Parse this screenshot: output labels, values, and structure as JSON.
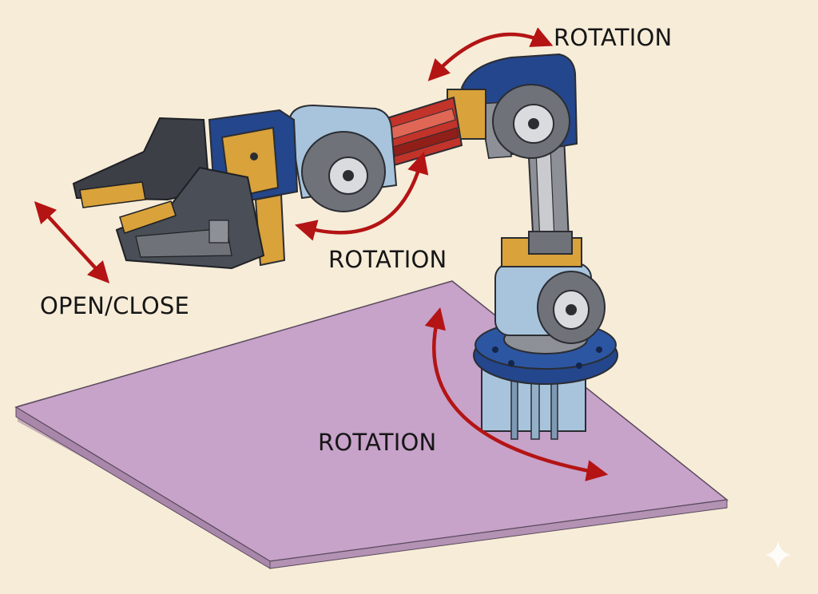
{
  "colors": {
    "background": "#f6ecd8",
    "platform": "#c7a2c9",
    "arrow": "#b41414",
    "outline": "#2b2d33",
    "servo_body": "#a8c4dc",
    "servo_cap": "#23468c",
    "bracket_gold": "#d9a23a",
    "link_red": "#c2332a",
    "metal_gray": "#8d9096"
  },
  "labels": {
    "shoulder_rotation": "ROTATION",
    "elbow_rotation": "ROTATION",
    "base_rotation": "ROTATION",
    "gripper": "OPEN/CLOSE"
  },
  "icons": {
    "corner_mark": "sparkle-icon"
  }
}
